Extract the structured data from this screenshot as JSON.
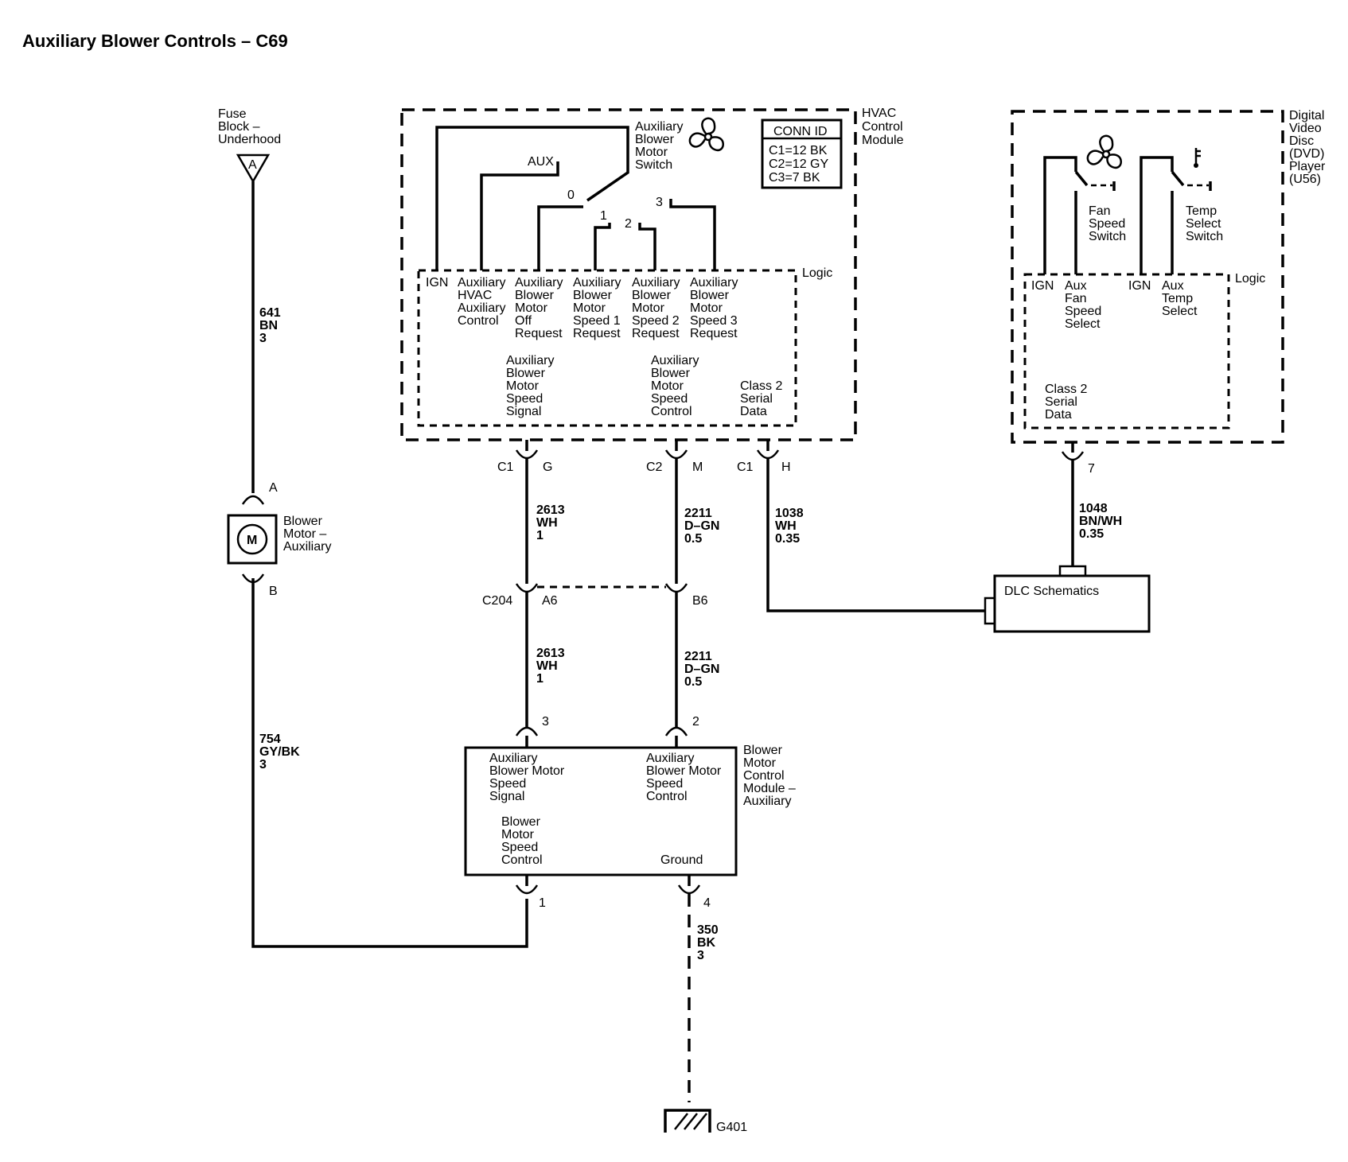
{
  "title": "Auxiliary Blower Controls – C69",
  "fuse_block": {
    "lines": [
      "Fuse",
      "Block –",
      "Underhood"
    ],
    "pin": "A"
  },
  "wire_641": [
    "641",
    "BN",
    "3"
  ],
  "blower_motor": {
    "lines": [
      "Blower",
      "Motor –",
      "Auxiliary"
    ],
    "symbol": "M",
    "pin_a": "A",
    "pin_b": "B"
  },
  "wire_754": [
    "754",
    "GY/BK",
    "3"
  ],
  "hvac_module": {
    "name_lines": [
      "HVAC",
      "Control",
      "Module"
    ],
    "switch_lines": [
      "Auxiliary",
      "Blower",
      "Motor",
      "Switch"
    ],
    "aux_label": "AUX",
    "positions": [
      "0",
      "1",
      "2",
      "3"
    ],
    "conn_id": {
      "title": "CONN ID",
      "rows": [
        "C1=12 BK",
        "C2=12 GY",
        "C3=7 BK"
      ]
    },
    "logic_label": "Logic",
    "inputs": [
      [
        "IGN"
      ],
      [
        "Auxiliary",
        "HVAC",
        "Auxiliary",
        "Control"
      ],
      [
        "Auxiliary",
        "Blower",
        "Motor",
        "Off",
        "Request"
      ],
      [
        "Auxiliary",
        "Blower",
        "Motor",
        "Speed 1",
        "Request"
      ],
      [
        "Auxiliary",
        "Blower",
        "Motor",
        "Speed 2",
        "Request"
      ],
      [
        "Auxiliary",
        "Blower",
        "Motor",
        "Speed 3",
        "Request"
      ]
    ],
    "outputs": [
      [
        "Auxiliary",
        "Blower",
        "Motor",
        "Speed",
        "Signal"
      ],
      [
        "Auxiliary",
        "Blower",
        "Motor",
        "Speed",
        "Control"
      ],
      [
        "Class 2",
        "Serial",
        "Data"
      ]
    ],
    "connectors": [
      {
        "conn": "C1",
        "pin": "G"
      },
      {
        "conn": "C2",
        "pin": "M"
      },
      {
        "conn": "C1",
        "pin": "H"
      }
    ]
  },
  "wire_2613_top": [
    "2613",
    "WH",
    "1"
  ],
  "wire_2211_top": [
    "2211",
    "D–GN",
    "0.5"
  ],
  "wire_1038": [
    "1038",
    "WH",
    "0.35"
  ],
  "c204": {
    "name": "C204",
    "pin_a": "A6",
    "pin_b": "B6"
  },
  "wire_2613_bottom": [
    "2613",
    "WH",
    "1"
  ],
  "wire_2211_bottom": [
    "2211",
    "D–GN",
    "0.5"
  ],
  "bmcm": {
    "name_lines": [
      "Blower",
      "Motor",
      "Control",
      "Module –",
      "Auxiliary"
    ],
    "in_signal": [
      "Auxiliary",
      "Blower Motor",
      "Speed",
      "Signal"
    ],
    "in_control": [
      "Auxiliary",
      "Blower Motor",
      "Speed",
      "Control"
    ],
    "out_speed": [
      "Blower",
      "Motor",
      "Speed",
      "Control"
    ],
    "ground": "Ground",
    "pins": [
      "3",
      "2",
      "1",
      "4"
    ]
  },
  "wire_350": [
    "350",
    "BK",
    "3"
  ],
  "ground_label": "G401",
  "dvd": {
    "name_lines": [
      "Digital",
      "Video",
      "Disc",
      "(DVD)",
      "Player",
      "(U56)"
    ],
    "fan_switch": [
      "Fan",
      "Speed",
      "Switch"
    ],
    "temp_switch": [
      "Temp",
      "Select",
      "Switch"
    ],
    "logic_label": "Logic",
    "inputs": [
      [
        "IGN"
      ],
      [
        "Aux",
        "Fan",
        "Speed",
        "Select"
      ],
      [
        "IGN"
      ],
      [
        "Aux",
        "Temp",
        "Select"
      ]
    ],
    "serial": [
      "Class 2",
      "Serial",
      "Data"
    ],
    "pin": "7"
  },
  "wire_1048": [
    "1048",
    "BN/WH",
    "0.35"
  ],
  "dlc": "DLC Schematics"
}
